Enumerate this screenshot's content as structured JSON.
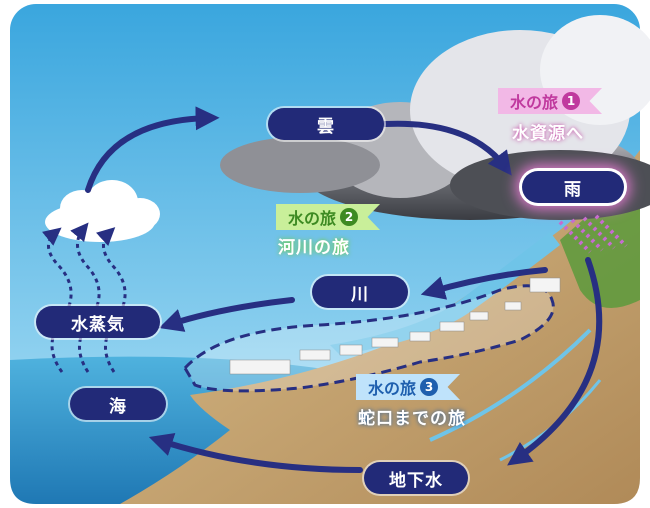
{
  "nodes": {
    "cloud": "雲",
    "rain": "雨",
    "river": "川",
    "vapor": "水蒸気",
    "sea": "海",
    "groundwater": "地下水"
  },
  "journeys": [
    {
      "label": "水の旅",
      "number": "1",
      "subtitle": "水資源へ",
      "color": "#e28ad2"
    },
    {
      "label": "水の旅",
      "number": "2",
      "subtitle": "河川の旅",
      "color": "#9ee05a"
    },
    {
      "label": "水の旅",
      "number": "3",
      "subtitle": "蛇口までの旅",
      "color": "#3e8fd9"
    }
  ],
  "colors": {
    "arrow": "#272f82",
    "sky": "#5fb7e4",
    "sea": "#2f8fc9",
    "land": "#c8a97a"
  }
}
